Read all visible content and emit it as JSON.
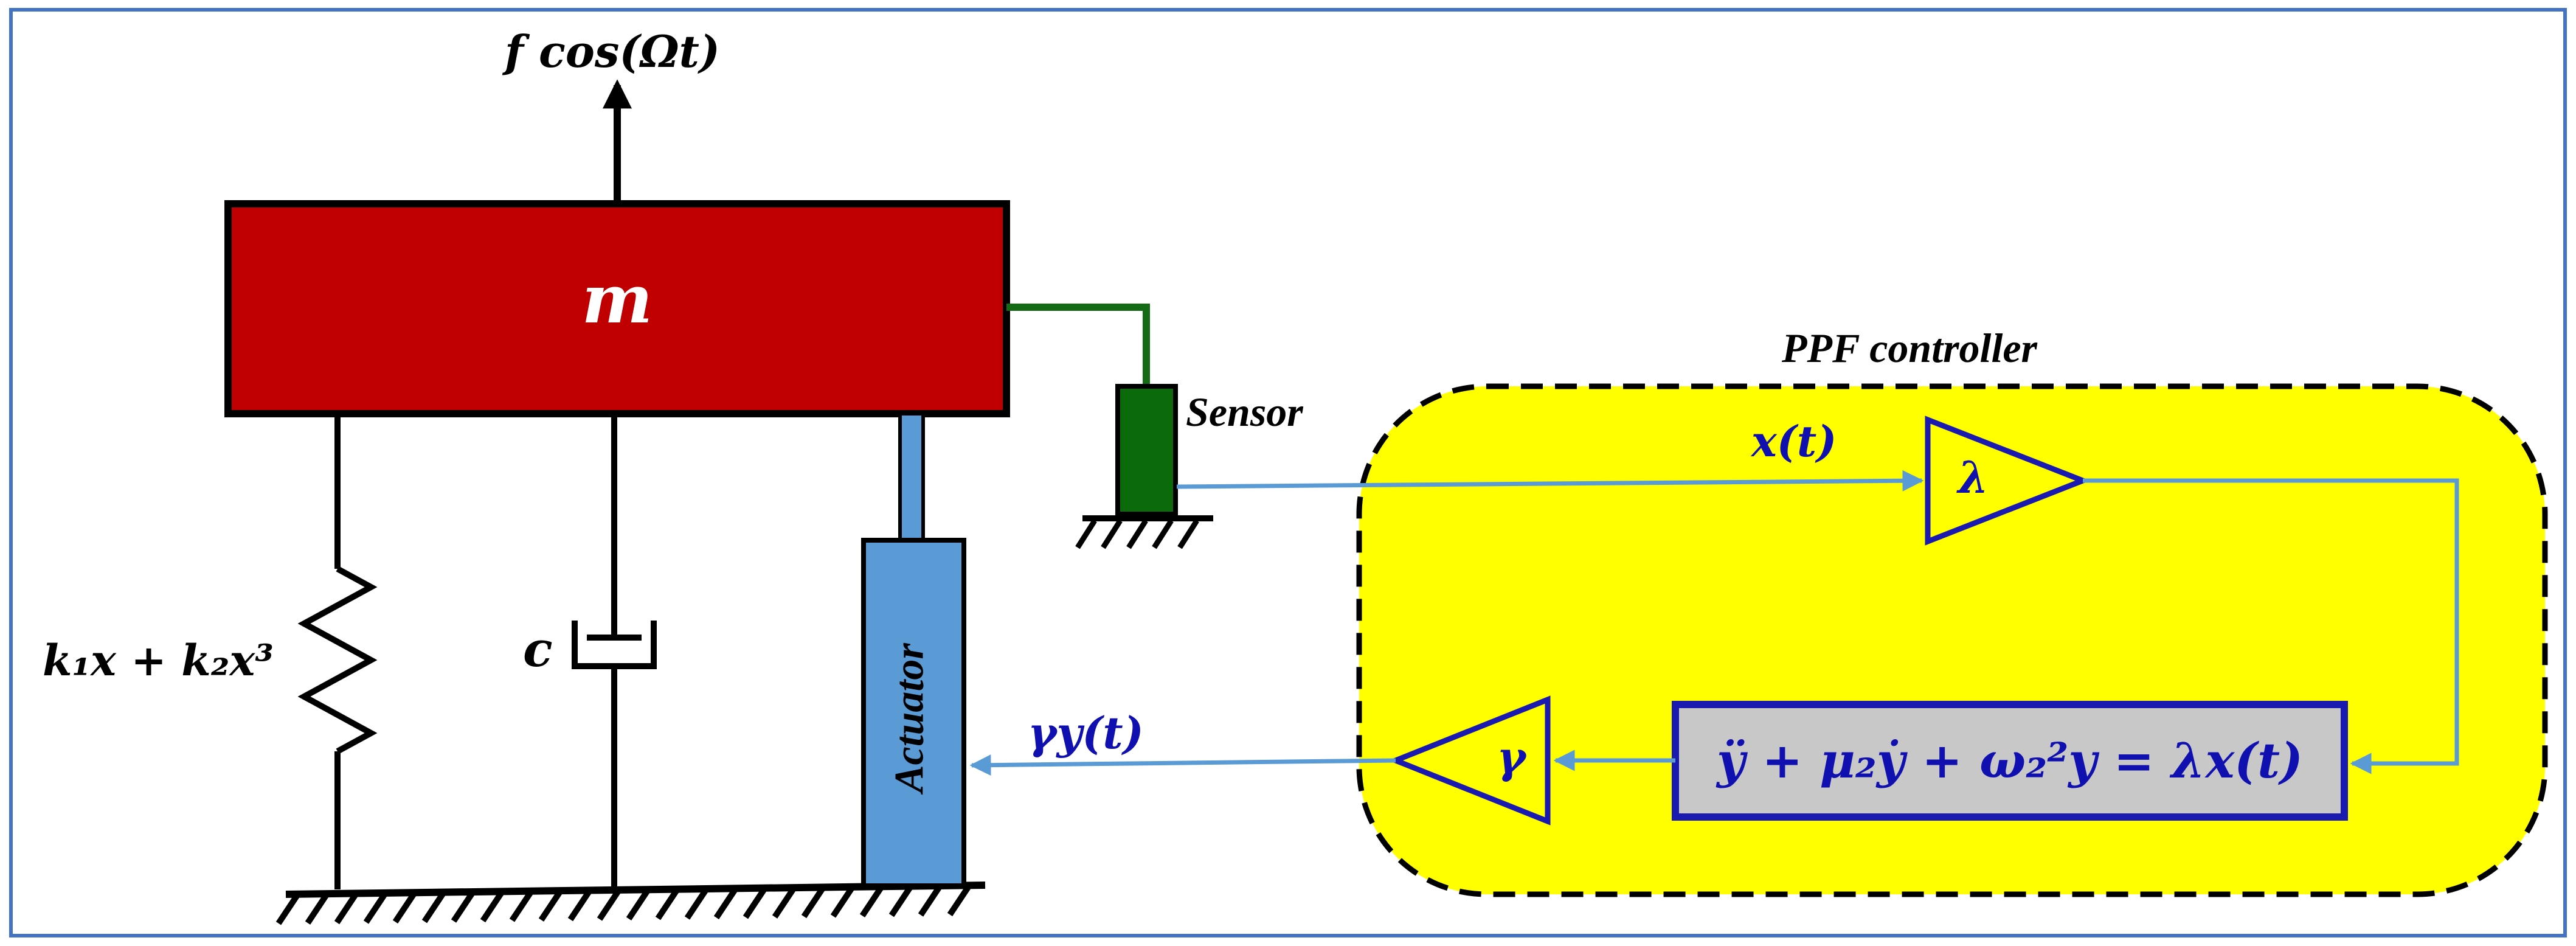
{
  "labels": {
    "force": "f cos(Ωt)",
    "mass": "m",
    "damper": "c",
    "spring": "k₁x + k₂x³",
    "sensor": "Sensor",
    "actuator": "Actuator",
    "controller_title": "PPF controller",
    "signal_x": "x(t)",
    "gain_lambda": "λ",
    "gain_gamma": "γ",
    "signal_gamma_y": "γy(t)",
    "ppf_equation": "ÿ + μ₂ẏ + ω₂²y = λx(t)"
  },
  "colors": {
    "mass_fill": "#c00000",
    "mass_text": "#ffffff",
    "controller_fill": "#ffff00",
    "sensor_fill": "#0b6b0b",
    "sensor_wire": "#156b15",
    "actuator_fill": "#5b9bd5",
    "signal_line": "#5b9bd5",
    "signal_text": "#1010b0",
    "equation_box_fill": "#c8c8c8",
    "equation_box_border": "#1a1ab0",
    "frame_border": "#4472c4",
    "structure": "#000000"
  }
}
